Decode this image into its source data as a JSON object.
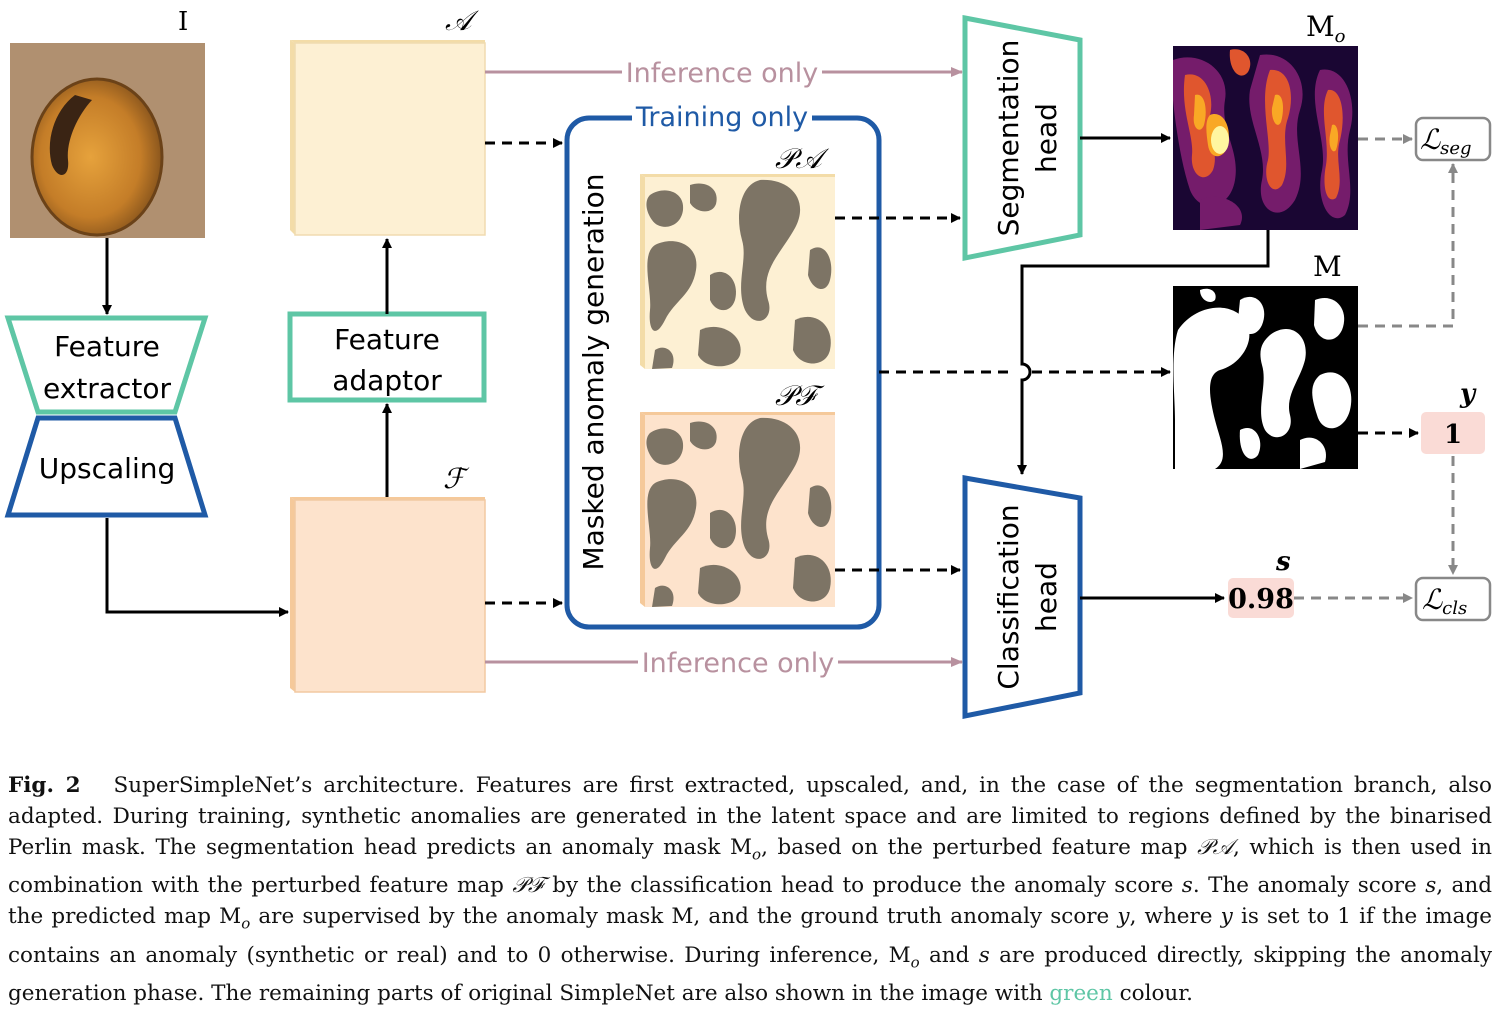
{
  "labels": {
    "input_image": "I",
    "adapted_features": "𝒜",
    "features": "ℱ",
    "perturbed_adapted": "𝒫𝒜",
    "perturbed_features": "𝒫ℱ",
    "predicted_mask": "M",
    "predicted_mask_sub": "o",
    "gt_mask": "M",
    "gt_score_label": "y",
    "pred_score_label": "s",
    "gt_score_value": "1",
    "pred_score_value": "0.98",
    "loss_seg": "ℒ",
    "loss_seg_sub": "seg",
    "loss_cls": "ℒ",
    "loss_cls_sub": "cls"
  },
  "blocks": {
    "feature_extractor_line1": "Feature",
    "feature_extractor_line2": "extractor",
    "upscaling": "Upscaling",
    "feature_adaptor_line1": "Feature",
    "feature_adaptor_line2": "adaptor",
    "masked_anomaly_generation": "Masked anomaly generation",
    "training_only": "Training only",
    "segmentation_head_line1": "Segmentation",
    "segmentation_head_line2": "head",
    "classification_head_line1": "Classification",
    "classification_head_line2": "head"
  },
  "arrows": {
    "inference_only_top": "Inference only",
    "inference_only_bottom": "Inference only"
  },
  "caption": {
    "fig_label": "Fig. 2",
    "p1": "SuperSimpleNet’s architecture. Features are first extracted, upscaled, and, in the case of the segmentation branch, also adapted. During training, synthetic anomalies are generated in the latent space and are limited to regions defined by the binarised Perlin mask. The segmentation head predicts an anomaly mask M",
    "p2": ", based on the perturbed feature map ",
    "p3": ", which is then used in combination with the perturbed feature map ",
    "p4": " by the classification head to produce the anomaly score ",
    "p5": ". The anomaly score ",
    "p6": ", and the predicted map M",
    "p7": " are supervised by the anomaly mask M, and the ground truth anomaly score ",
    "p8": ", where ",
    "p9": " is set to 1 if the image contains an anomaly (synthetic or real) and to 0 otherwise. During inference, M",
    "p10": " and ",
    "p11": " are produced directly, skipping the anomaly generation phase. The remaining parts of original SimpleNet are also shown in the image with ",
    "green_word": "green",
    "p12": " colour.",
    "sym_o": "o",
    "sym_PA": "𝒫𝒜",
    "sym_PF": "𝒫ℱ",
    "sym_s": "s",
    "sym_y": "y"
  },
  "colors": {
    "green": "#5ec6a5",
    "blue": "#1f5aa6",
    "mauve": "#b8919f",
    "adapted_fill": "#fdf0d3",
    "features_fill": "#fde3cc",
    "score_fill": "#fadbd6"
  }
}
